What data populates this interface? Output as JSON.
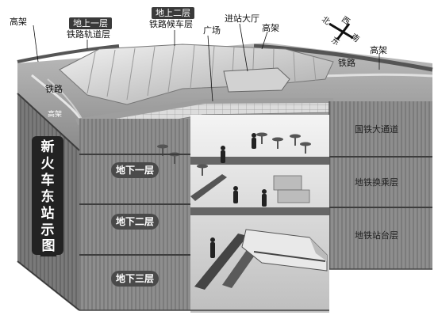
{
  "diagram": {
    "title_chars": [
      "新",
      "火",
      "车",
      "东",
      "站",
      "示",
      "意",
      "图"
    ],
    "labels": {
      "top_left_elevated": "高架",
      "rail_left": "铁路",
      "elevated_left_small": "高架",
      "level1_tag": "地上一层",
      "level1_name": "铁路轨道层",
      "level2_tag": "地上二层",
      "level2_name": "铁路候车层",
      "plaza": "广场",
      "entry_hall": "进站大厅",
      "elevated_top": "高架",
      "rail_right": "铁路",
      "elevated_right": "高架",
      "compass_n": "北",
      "compass_s": "南",
      "compass_w": "西",
      "compass_e": "东"
    },
    "floors": {
      "b1": "地下一层",
      "b2": "地下二层",
      "b3": "地下三层"
    },
    "rooms": {
      "national_rail_passage": "国铁大通道",
      "metro_transfer": "地铁换乘层",
      "metro_platform": "地铁站台层"
    }
  }
}
